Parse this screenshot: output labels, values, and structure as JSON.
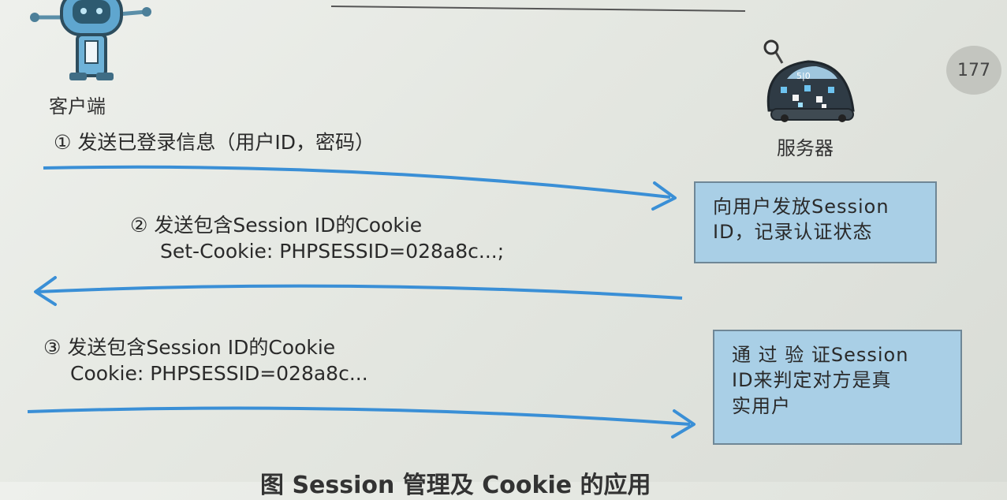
{
  "actors": {
    "client_label": "客户端",
    "server_label": "服务器"
  },
  "page_number": "177",
  "steps": [
    {
      "lines": [
        "① 发送已登录信息（用户ID，密码）"
      ]
    },
    {
      "lines": [
        "② 发送包含Session ID的Cookie",
        "Set-Cookie: PHPSESSID=028a8c...;"
      ]
    },
    {
      "lines": [
        "③ 发送包含Session ID的Cookie",
        "Cookie: PHPSESSID=028a8c..."
      ]
    }
  ],
  "server_notes": [
    {
      "lines": [
        "向用户发放Session",
        "ID，记录认证状态"
      ]
    },
    {
      "lines": [
        "通 过 验 证Session",
        "ID来判定对方是真",
        "实用户"
      ]
    }
  ],
  "caption": "图  Session 管理及 Cookie 的应用"
}
